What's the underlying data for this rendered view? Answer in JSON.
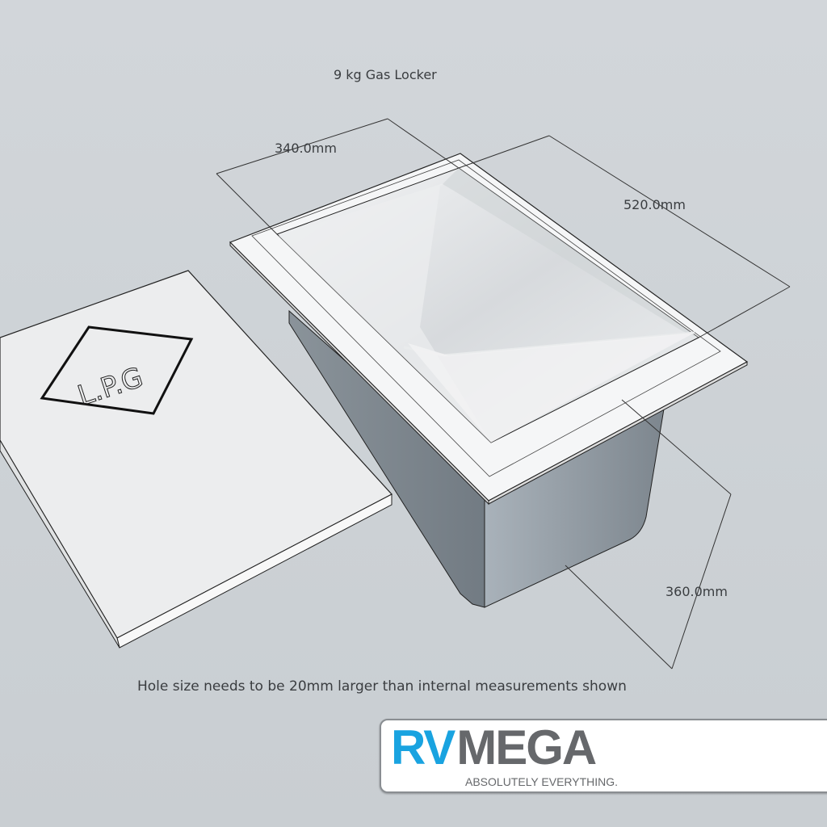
{
  "title": "9 kg Gas Locker",
  "dimensions": {
    "width": "340.0mm",
    "length": "520.0mm",
    "height": "360.0mm"
  },
  "note": "Hole size needs to be 20mm larger than internal measurements shown",
  "lid_marking": "L.P.G",
  "logo": {
    "part1": "RV",
    "part2": "MEGA",
    "tagline": "ABSOLUTELY EVERYTHING."
  },
  "colors": {
    "logo_blue": "#19a3e0",
    "logo_gray": "#66686b"
  }
}
